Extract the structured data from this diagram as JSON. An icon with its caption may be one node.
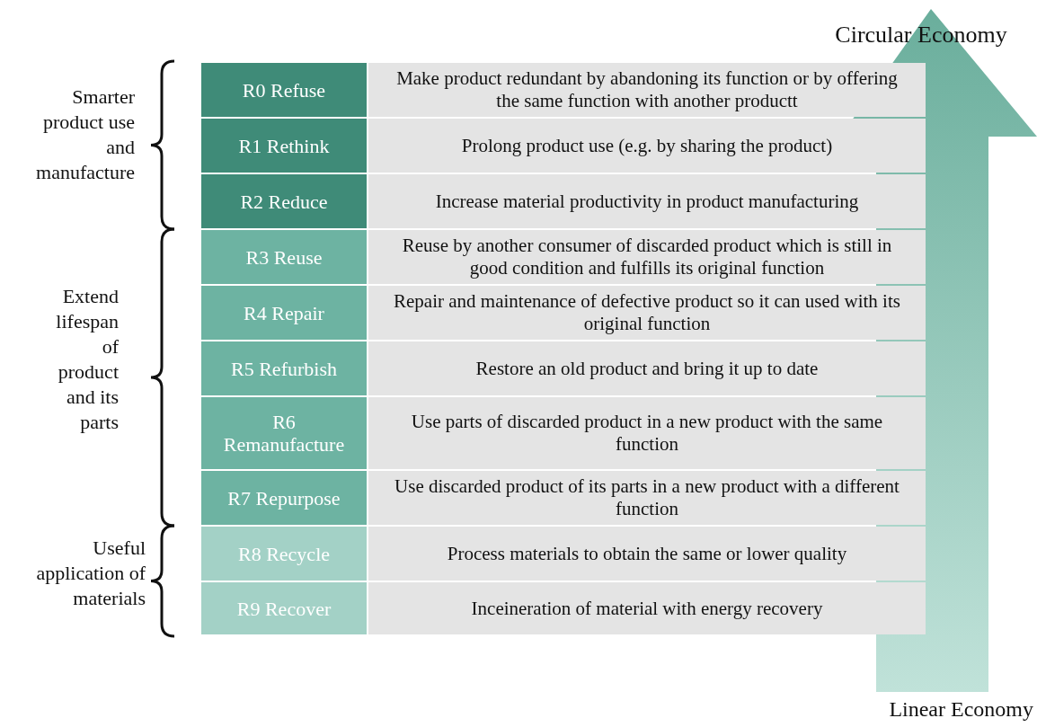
{
  "diagram": {
    "nodes": [
      {
        "text": [
          "R0 Refuse"
        ]
      },
      {
        "text": [
          "Make product redundant by abandoning its function or by offering the same function with another productt"
        ]
      },
      {
        "text": [
          "R1 Rethink"
        ]
      },
      {
        "text": [
          "Prolong product use (e.g. by sharing the product)"
        ]
      },
      {
        "text": [
          "R2 Reduce"
        ]
      },
      {
        "text": [
          "Increase material productivity in product manufacturing"
        ]
      },
      {
        "text": [
          "R3 Reuse"
        ]
      },
      {
        "text": [
          "Reuse by another consumer of discarded product which is still in good condition and fulfills its original function"
        ]
      },
      {
        "text": [
          "R4 Repair"
        ]
      },
      {
        "text": [
          "Repair and maintenance of defective product so it can used with its original function"
        ]
      },
      {
        "text": [
          "R5 Refurbish"
        ]
      },
      {
        "text": [
          "Restore an old product and bring it up to date"
        ]
      },
      {
        "text": [
          "R6 Remanufacture"
        ]
      },
      {
        "text": [
          "Use parts of discarded product in a new product with the same function"
        ]
      },
      {
        "text": [
          "R7 Repurpose"
        ]
      },
      {
        "text": [
          "Use discarded product of its parts in a new product with a different function"
        ]
      },
      {
        "text": [
          "R8 Recycle"
        ]
      },
      {
        "text": [
          "Process materials to obtain the same or lower quality"
        ]
      },
      {
        "text": [
          "R9 Recover"
        ]
      },
      {
        "text": [
          "Inceineration of material with energy recovery"
        ]
      }
    ],
    "labels": [
      "Circular Economy",
      "Smarter product use and manufacture",
      "Extend lifespan of product and its parts",
      "Useful application of materials",
      "Linear Economy"
    ]
  }
}
